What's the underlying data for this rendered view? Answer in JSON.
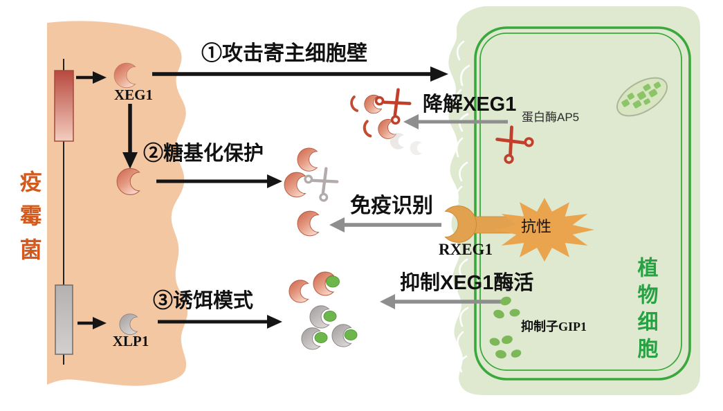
{
  "figure_labels": {
    "pathogen_name": "疫霉菌",
    "plant_name": "植物细胞",
    "step1": "①攻击寄主细胞壁",
    "degrade": "降解XEG1",
    "protease": "蛋白酶AP5",
    "step2": "②糖基化保护",
    "immune_recognition": "免疫识别",
    "receptor": "RXEG1",
    "resistance": "抗性",
    "step3": "③诱饵模式",
    "inhibit": "抑制XEG1酶活",
    "inhibitor": "抑制子GIP1",
    "xeg1": "XEG1",
    "xlp1": "XLP1"
  },
  "icons": {
    "xeg1_protein": "red-pacman-crescent",
    "xlp1_protein": "gray-pacman-crescent",
    "protease_ap5": "red-scissors",
    "disabled_protease": "gray-scissors",
    "rxeg1_receptor": "orange-crescent-socket",
    "resistance_burst": "orange-starburst",
    "gip1_inhibitor": "green-oval",
    "chloroplast": "green-patched-ellipse",
    "gene_xeg1": "red-gradient-box-on-chromosome",
    "gene_xlp1": "gray-box-on-chromosome"
  },
  "colors": {
    "pathogen_fill": "#f4c7a3",
    "pathogen_text": "#d35a1e",
    "plant_fill": "#dfe9d0",
    "plant_wall_green": "#3aa83c",
    "plant_text": "#28a144",
    "xeg1_red_dark": "#cf7058",
    "xeg1_red_light": "#f5d2c2",
    "xlp1_gray": "#b9b3b3",
    "receptor_orange": "#e2a14f",
    "resistance_burst": "#eba44e",
    "gip1_green": "#7cb857",
    "scissors_red": "#c13f2b",
    "scissors_gray": "#b3abab",
    "arrow_black": "#151515",
    "arrow_gray": "#8e8e8e"
  }
}
